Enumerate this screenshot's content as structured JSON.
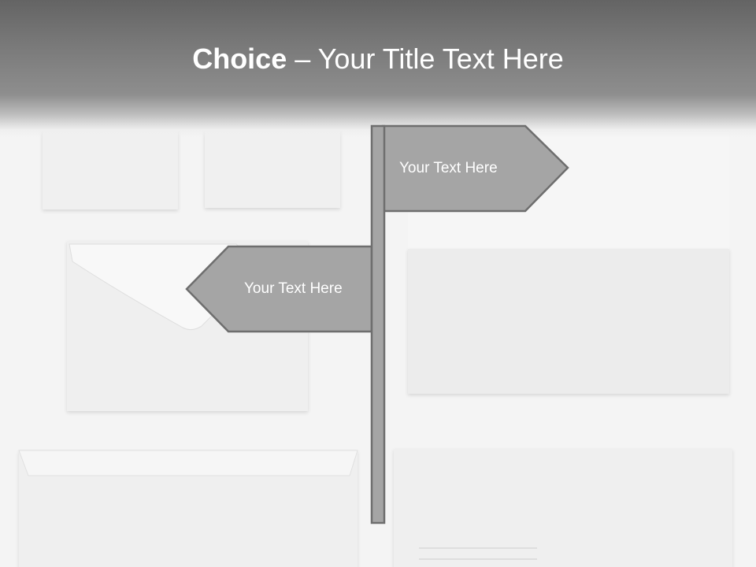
{
  "title": {
    "bold": "Choice",
    "rest": " – Your Title Text Here"
  },
  "signs": [
    {
      "label": "Your Text Here",
      "direction": "right"
    },
    {
      "label": "Your Text Here",
      "direction": "left"
    }
  ],
  "colors": {
    "header_dark": "#646464",
    "sign_fill": "#a5a5a5",
    "sign_stroke": "#6e6e6e",
    "paper": "#f2f2f2",
    "background": "#f4f4f4"
  }
}
